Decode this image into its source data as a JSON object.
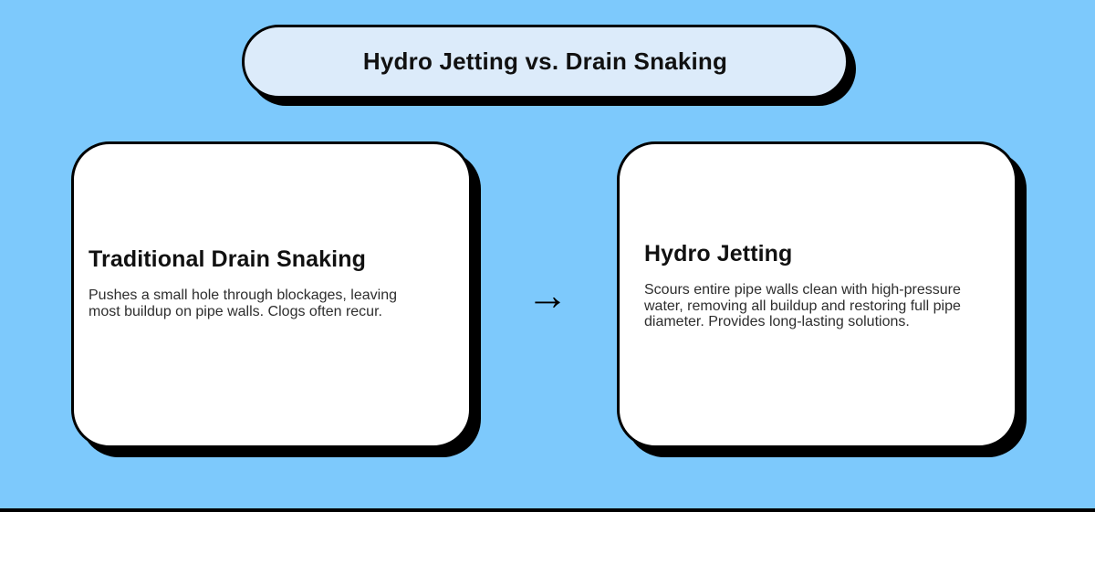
{
  "colors": {
    "background": "#7DC9FC",
    "pill_fill": "#DCEBFA",
    "card_fill": "#FFFFFF",
    "border": "#000000",
    "title_text": "#111111",
    "body_text": "#2E2E2E"
  },
  "header": {
    "title": "Hydro Jetting vs. Drain Snaking"
  },
  "cards": [
    {
      "title": "Traditional Drain Snaking",
      "body": "Pushes a small hole through blockages, leaving most buildup on pipe walls. Clogs often recur."
    },
    {
      "title": "Hydro Jetting",
      "body": "Scours entire pipe walls clean with high-pressure water, removing all buildup and restoring full pipe diameter. Provides long-lasting solutions."
    }
  ],
  "arrow": {
    "icon": "arrow-right-icon",
    "glyph": "→"
  }
}
